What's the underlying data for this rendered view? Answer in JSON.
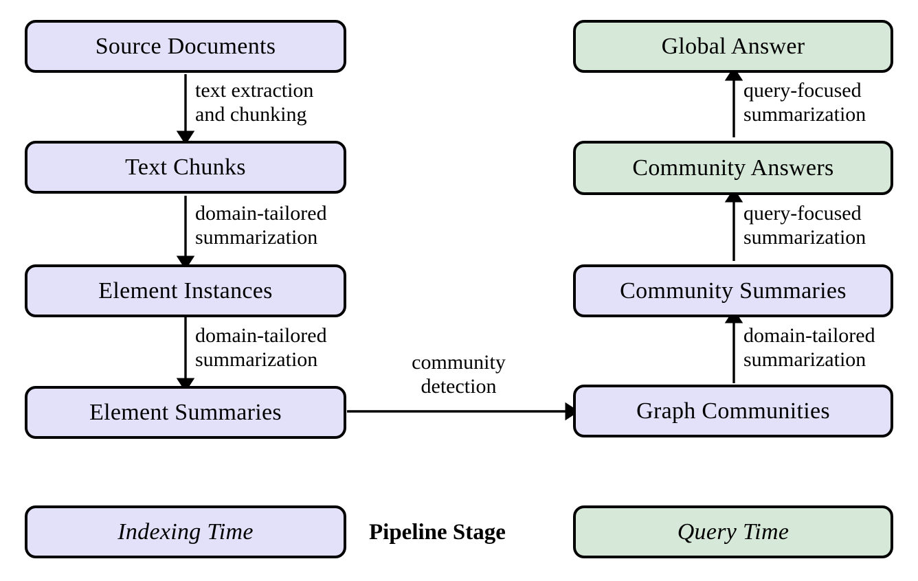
{
  "diagram": {
    "title_label": "Pipeline Stage",
    "colors": {
      "indexing_fill": "#e3e0fa",
      "query_fill": "#d6e8d8",
      "stroke": "#000000",
      "background": "#ffffff"
    },
    "indexing_nodes": [
      {
        "id": "source-documents",
        "label": "Source Documents"
      },
      {
        "id": "text-chunks",
        "label": "Text Chunks"
      },
      {
        "id": "element-instances",
        "label": "Element Instances"
      },
      {
        "id": "element-summaries",
        "label": "Element Summaries"
      },
      {
        "id": "graph-communities",
        "label": "Graph Communities"
      },
      {
        "id": "community-summaries",
        "label": "Community Summaries"
      }
    ],
    "query_nodes": [
      {
        "id": "community-answers",
        "label": "Community Answers"
      },
      {
        "id": "global-answer",
        "label": "Global Answer"
      }
    ],
    "edges": [
      {
        "id": "source-to-chunks",
        "line1": "text extraction",
        "line2": "and chunking"
      },
      {
        "id": "chunks-to-instances",
        "line1": "domain-tailored",
        "line2": "summarization"
      },
      {
        "id": "instances-to-summaries",
        "line1": "domain-tailored",
        "line2": "summarization"
      },
      {
        "id": "summaries-to-communities",
        "line1": "community",
        "line2": "detection"
      },
      {
        "id": "communities-to-comm-summ",
        "line1": "domain-tailored",
        "line2": "summarization"
      },
      {
        "id": "comm-summ-to-comm-answers",
        "line1": "query-focused",
        "line2": "summarization"
      },
      {
        "id": "comm-answers-to-global",
        "line1": "query-focused",
        "line2": "summarization"
      }
    ],
    "legend": {
      "indexing_label": "Indexing Time",
      "stage_label": "Pipeline Stage",
      "query_label": "Query Time"
    }
  }
}
